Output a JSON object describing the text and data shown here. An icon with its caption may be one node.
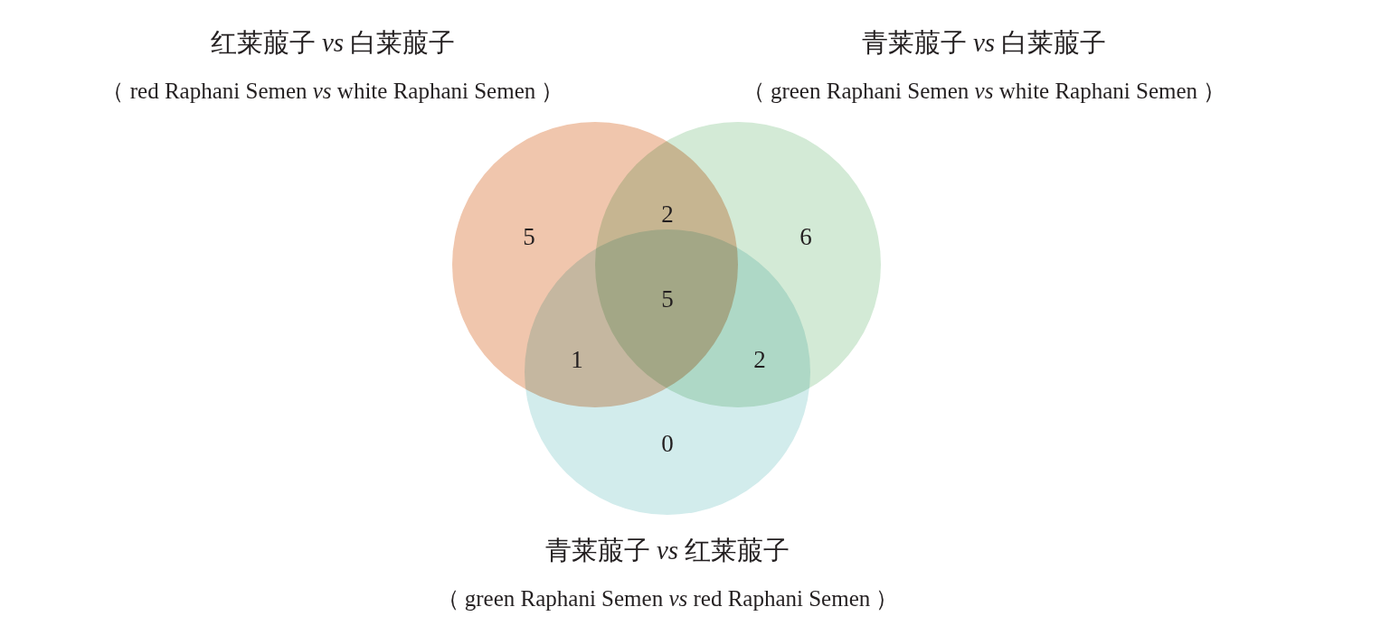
{
  "diagram": {
    "nodes": [
      {
        "text": [
          "红莱菔子 *vs* 白莱菔子",
          "（ red Raphani Semen *vs* white Raphani Semen ）"
        ]
      },
      {
        "text": [
          "青莱菔子 *vs* 白莱菔子",
          "（ green Raphani Semen *vs* white Raphani Semen ）"
        ]
      },
      {
        "text": [
          "青莱菔子 *vs* 红莱菔子",
          "（ green Raphani Semen *vs* red Raphani Semen ）"
        ]
      }
    ],
    "labels": [
      "2",
      "5",
      "6",
      "5",
      "1",
      "2",
      "0"
    ]
  }
}
